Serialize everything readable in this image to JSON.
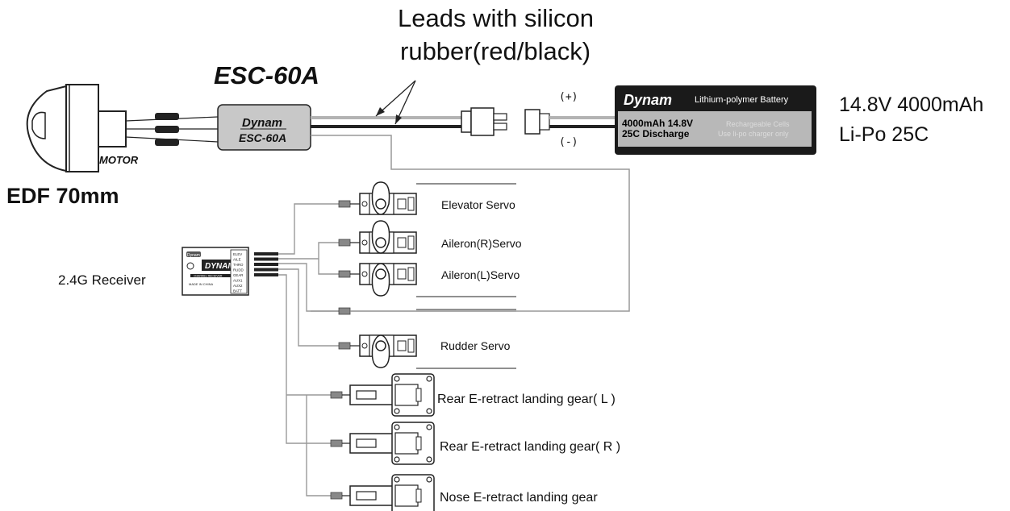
{
  "leads_label": [
    "Leads with silicon",
    "rubber(red/black)"
  ],
  "esc": {
    "title": "ESC-60A",
    "brand": "Dynam",
    "model": "ESC-60A"
  },
  "motor": {
    "label": "MOTOR",
    "edf": "EDF 70mm"
  },
  "battery": {
    "brand": "Dynam",
    "type": "Lithium-polymer Battery",
    "line1": "4000mAh 14.8V",
    "line2": "25C Discharge",
    "note1": "Rechargeable Cells",
    "note2": "Use li-po charger only",
    "spec1": "14.8V 4000mAh",
    "spec2": "Li-Po  25C",
    "plus": "(+)",
    "minus": "(-)"
  },
  "receiver": {
    "label": "2.4G Receiver",
    "logo": "Dynam",
    "brand": "DYNAM",
    "name": "CHANNEL RECEIVER",
    "made": "MADE IN CHINA",
    "channels": [
      "ELEV",
      "AILE",
      "THRO",
      "RUDD",
      "GEAR",
      "AUX1",
      "AUX2",
      "BATT"
    ]
  },
  "servos": [
    {
      "label": "Elevator  Servo"
    },
    {
      "label": "Aileron(R)Servo"
    },
    {
      "label": "Aileron(L)Servo"
    },
    {
      "label": "Rudder  Servo"
    }
  ],
  "gears": [
    {
      "label": "Rear E-retract landing gear( L )"
    },
    {
      "label": "Rear E-retract landing gear( R )"
    },
    {
      "label": "Nose E-retract landing gear"
    }
  ],
  "colors": {
    "red_lead": "#b3b3b3",
    "black_lead": "#222222",
    "esc_body": "#c8c8c8",
    "battery_body": "#1a1a1a",
    "wire_gray": "#999999"
  }
}
